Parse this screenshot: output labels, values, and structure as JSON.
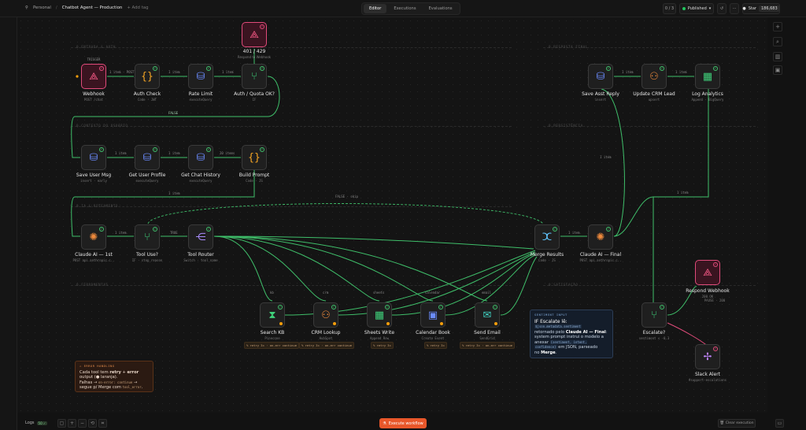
{
  "breadcrumb": {
    "workspace": "Personal",
    "workflow": "Chatbot Agent — Production",
    "add_tag": "+ Add tag"
  },
  "tabs": [
    {
      "label": "Editor",
      "active": true
    },
    {
      "label": "Executions",
      "active": false
    },
    {
      "label": "Evaluations",
      "active": false
    }
  ],
  "header": {
    "version": "0 / 3",
    "status": "Published",
    "star_label": "Star",
    "star_count": "186,683",
    "more": "···"
  },
  "zones": {
    "entrada": "0 ENTRADA & AUTH",
    "contexto": "0 CONTEXTO DO USUÁRIO",
    "ia": "0 IA & ROTEAMENTO",
    "ferramentas": "0 FERRAMENTAS",
    "resposta": "0 RESPOSTA FINAL",
    "persistencia": "0 PERSISTÊNCIA",
    "satisfacao": "0 SATISFAÇÃO"
  },
  "nodes": {
    "respond_401": {
      "label": "401 / 429",
      "sub": "Respond to Webhook"
    },
    "webhook": {
      "label": "Webhook",
      "sub": "POST /chat",
      "trigger": "TRIGGER"
    },
    "auth_check": {
      "label": "Auth Check",
      "sub": "Code · JWT"
    },
    "rate_limit": {
      "label": "Rate Limit",
      "sub": "executeQuery"
    },
    "auth_quota": {
      "label": "Auth / Quota OK?",
      "sub": "IF"
    },
    "save_user_msg": {
      "label": "Save User Msg",
      "sub": "insert · early"
    },
    "get_user_profile": {
      "label": "Get User Profile",
      "sub": "executeQuery"
    },
    "get_chat_history": {
      "label": "Get Chat History",
      "sub": "executeQuery"
    },
    "build_prompt": {
      "label": "Build Prompt",
      "sub": "Code · JS"
    },
    "claude_1st": {
      "label": "Claude AI — 1st",
      "sub": "POST api.anthropic.c.."
    },
    "tool_use": {
      "label": "Tool Use?",
      "sub": "IF · stop_reason"
    },
    "tool_router": {
      "label": "Tool Router",
      "sub": "Switch · tool_name"
    },
    "merge_results": {
      "label": "Merge Results",
      "sub": "Code · JS"
    },
    "claude_final": {
      "label": "Claude AI — Final",
      "sub": "POST api.anthropic.c.."
    },
    "search_kb": {
      "label": "Search KB",
      "sub": "Pinecone",
      "pill": "% retry 3× · on-err continue"
    },
    "crm_lookup": {
      "label": "CRM Lookup",
      "sub": "HubSpot",
      "pill": "% retry 3× · on-err continue"
    },
    "sheets_write": {
      "label": "Sheets Write",
      "sub": "Append Row",
      "pill": "% retry 3×"
    },
    "calendar_book": {
      "label": "Calendar Book",
      "sub": "Create Event",
      "pill": "% retry 3×"
    },
    "send_email": {
      "label": "Send Email",
      "sub": "SendGrid",
      "pill": "% retry 3× · on-err continue"
    },
    "save_asst_reply": {
      "label": "Save Asst Reply",
      "sub": "insert"
    },
    "update_crm_lead": {
      "label": "Update CRM Lead",
      "sub": "upsert"
    },
    "log_analytics": {
      "label": "Log Analytics",
      "sub": "Append · BigQuery"
    },
    "respond_webhook": {
      "label": "Respond Webhook",
      "sub": "200 OK",
      "sub2": "PAUSE · 200"
    },
    "escalate": {
      "label": "Escalate?",
      "sub": "sentiment < -0.3"
    },
    "slack_alert": {
      "label": "Slack Alert",
      "sub": "#support-escalations"
    }
  },
  "wires": {
    "w1": "1 item · POST",
    "w2": "1 item",
    "w3": "1 item",
    "false1": "FALSE",
    "w4": "1 item",
    "w5": "1 item",
    "w6": "20 items",
    "w7": "1 item",
    "false_skip": "FALSE · skip",
    "w8": "1 item",
    "true1": "TRUE",
    "w9": "1 item",
    "b1": "kb",
    "b2": "crm",
    "b3": "sheets",
    "b4": "calendar",
    "b5": "email",
    "r1": "1 item",
    "r2": "1 item",
    "r3": "1 item",
    "r4": "1 item"
  },
  "error_note": {
    "heading": "⚠ ERROR HANDLING",
    "line1a": "Cada tool tem ",
    "retry": "retry",
    "plus": " + ",
    "error": "error",
    "line2": "output (● laranja).",
    "line3a": "Falhas → ",
    "onerr": "on-error: continue",
    "line3b": " →",
    "line4a": "segue p/ Merge com ",
    "toolerr": "tool_error",
    "line4b": "."
  },
  "sentiment_note": {
    "heading": "SENTIMENT INPUT",
    "title": "IF Escalate lê:",
    "code1": "$json.metadata.sentiment",
    "text1": "retornado pelo ",
    "claude": "Claude AI — Final",
    "text2": ":",
    "text3": "system prompt instrui o modelo a",
    "text4": "anexar ",
    "code2": "{sentiment, intent,",
    "code3": "confidence}",
    "text5": " em JSON, parseado",
    "text6": "no ",
    "merge": "Merge",
    "text7": "."
  },
  "bottom": {
    "logs": "Logs",
    "logs_badge": "50 ✓",
    "execute": "Execute workflow",
    "clear": "Clear execution"
  },
  "icons": {
    "left": [
      "plus-icon",
      "search-icon",
      "layers-icon",
      "home-icon",
      "user-icon",
      "chat-icon",
      "grid-icon",
      "chart-icon",
      "help-icon",
      "settings-icon"
    ],
    "right": [
      "plus-icon",
      "search-icon",
      "templates-icon",
      "variables-icon"
    ]
  },
  "colors": {
    "accent": "#e8572a",
    "success": "#22c55e",
    "wire": "#3fbf6a",
    "pink": "#e04b7a",
    "warning": "#f59e0b"
  }
}
